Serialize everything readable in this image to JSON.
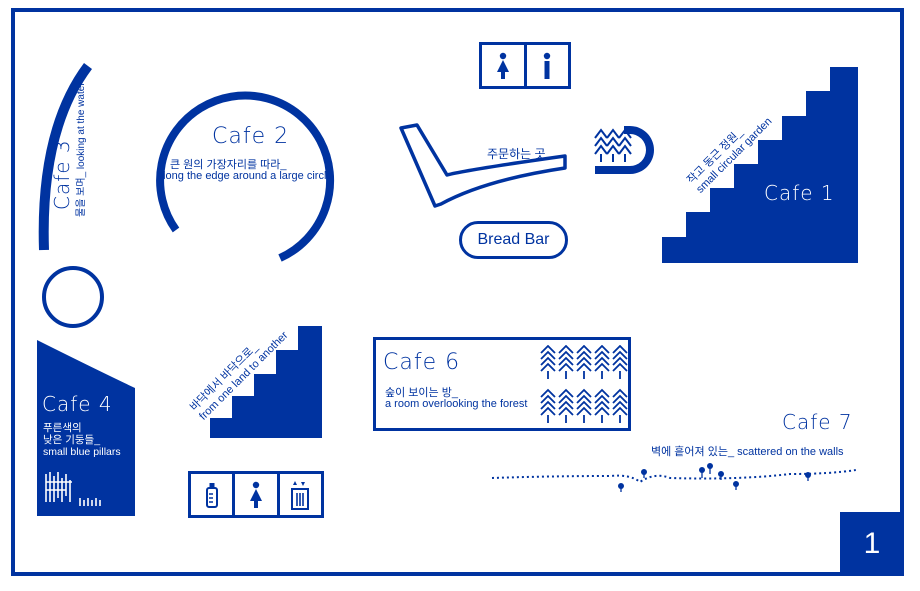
{
  "page_number": "1",
  "colors": {
    "brand_blue": "#0033a0",
    "background": "#ffffff"
  },
  "cafe1": {
    "name": "Cafe 1",
    "korean": "작고 동근 정원_",
    "english": "small circular garden"
  },
  "cafe2": {
    "name": "Cafe 2",
    "korean": "큰 원의 가장자리를 따라_",
    "english": "along the edge around a large circle"
  },
  "cafe3": {
    "name": "Cafe 3",
    "korean": "물을 보며_",
    "english": "looking at the water"
  },
  "cafe4": {
    "name": "Cafe 4",
    "korean_line1": "푸른색의",
    "korean_line2": "낮은 기둥들_",
    "english": "small blue pillars"
  },
  "cafe5": {
    "korean": "바닥에서 바닥으로_",
    "english": "from one land to another"
  },
  "cafe6": {
    "name": "Cafe 6",
    "korean": "숲이 보이는 방_",
    "english": "a room overlooking the forest"
  },
  "cafe7": {
    "name": "Cafe 7",
    "korean": "벽에 흩어져 있는_",
    "english": "scattered on the walls"
  },
  "order": {
    "label": "주문하는 곳"
  },
  "bread_bar": {
    "label": "Bread Bar"
  },
  "icons": [
    "restroom-woman-icon",
    "restroom-man-icon",
    "baby-bottle-icon",
    "woman-icon",
    "elevator-icon"
  ]
}
